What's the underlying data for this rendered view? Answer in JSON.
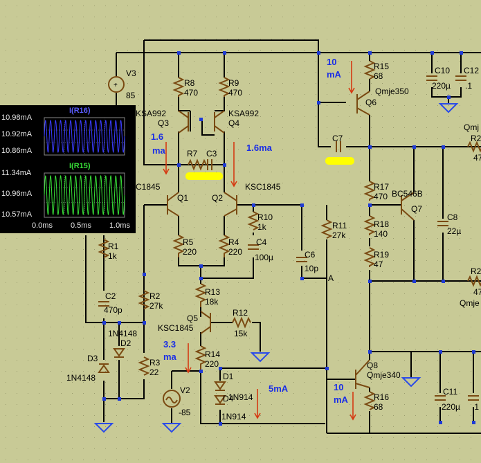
{
  "components": {
    "V3": {
      "name": "V3",
      "value": "85"
    },
    "V2": {
      "name": "V2",
      "value": "-85"
    },
    "R8": {
      "name": "R8",
      "value": "470"
    },
    "R9": {
      "name": "R9",
      "value": "470"
    },
    "R7": {
      "name": "R7"
    },
    "C3": {
      "name": "C3"
    },
    "Q3": {
      "name": "Q3",
      "model": "KSA992"
    },
    "Q4": {
      "name": "Q4",
      "model": "KSA992"
    },
    "Q1": {
      "name": "Q1",
      "model": "C1845"
    },
    "Q2": {
      "name": "Q2",
      "model": "KSC1845"
    },
    "R10": {
      "name": "R10",
      "value": "1k"
    },
    "C4": {
      "name": "C4",
      "value": "100µ"
    },
    "R5": {
      "name": "R5",
      "value": "220"
    },
    "R4": {
      "name": "R4",
      "value": "220"
    },
    "R13": {
      "name": "R13",
      "value": "18k"
    },
    "Q5": {
      "name": "Q5",
      "model": "KSC1845"
    },
    "R12": {
      "name": "R12",
      "value": "15k"
    },
    "R14": {
      "name": "R14",
      "value": "220"
    },
    "D1": {
      "name": "D1",
      "model": "1N914"
    },
    "D4": {
      "name": "D4",
      "model": "1N914"
    },
    "R1": {
      "name": "R1",
      "value": "1k"
    },
    "C2": {
      "name": "C2",
      "value": "470p"
    },
    "R2": {
      "name": "R2",
      "value": "27k"
    },
    "R3": {
      "name": "R3",
      "value": "22"
    },
    "D2": {
      "name": "D2",
      "model": "1N4148"
    },
    "D3": {
      "name": "D3",
      "model": "1N4148"
    },
    "C6": {
      "name": "C6",
      "value": "10p"
    },
    "R11": {
      "name": "R11",
      "value": "27k"
    },
    "C7": {
      "name": "C7"
    },
    "R15": {
      "name": "R15",
      "value": "68"
    },
    "Q6": {
      "name": "Q6",
      "model": "Qmje350"
    },
    "C10": {
      "name": "C10",
      "value": "220µ"
    },
    "C12": {
      "name": "C12",
      "value": ".1"
    },
    "R17": {
      "name": "R17",
      "value": "470"
    },
    "R18": {
      "name": "R18",
      "value": "140"
    },
    "R19": {
      "name": "R19",
      "value": "47"
    },
    "Q7": {
      "name": "Q7",
      "model": "BC546B"
    },
    "C8": {
      "name": "C8",
      "value": "22µ"
    },
    "Q8": {
      "name": "Q8",
      "model": "Qmje340"
    },
    "R16": {
      "name": "R16",
      "value": "68"
    },
    "C11": {
      "name": "C11",
      "value": "220µ"
    },
    "C1x": {
      "value": ".1"
    },
    "R2x": {
      "name": "R2",
      "value": "47"
    },
    "R2y": {
      "name": "R2",
      "value": "47"
    },
    "Qmje_top": {
      "model": "Qmj"
    },
    "Qmje_mid": {
      "model": "Qmje"
    }
  },
  "node_labels": {
    "A": "A"
  },
  "currents": {
    "q3": "1.6",
    "q3_unit": "ma",
    "q4": "1.6ma",
    "q6": "10",
    "q6_unit": "mA",
    "q5": "3.3",
    "q5_unit": "ma",
    "d1": "5mA",
    "q8": "10",
    "q8_unit": "mA"
  },
  "scope": {
    "traces": [
      {
        "name": "I(R16)",
        "color": "#3a3cff",
        "yticks": [
          "10.98mA",
          "10.92mA",
          "10.86mA"
        ],
        "min_mA": 10.86,
        "max_mA": 10.98,
        "cycles": 16
      },
      {
        "name": "I(R15)",
        "color": "#38e038",
        "yticks": [
          "11.34mA",
          "10.96mA",
          "10.57mA"
        ],
        "min_mA": 10.57,
        "max_mA": 11.34,
        "cycles": 16
      }
    ],
    "xticks": [
      "0.0ms",
      "0.5ms",
      "1.0ms"
    ],
    "xrange_ms": [
      0,
      1.0
    ]
  }
}
